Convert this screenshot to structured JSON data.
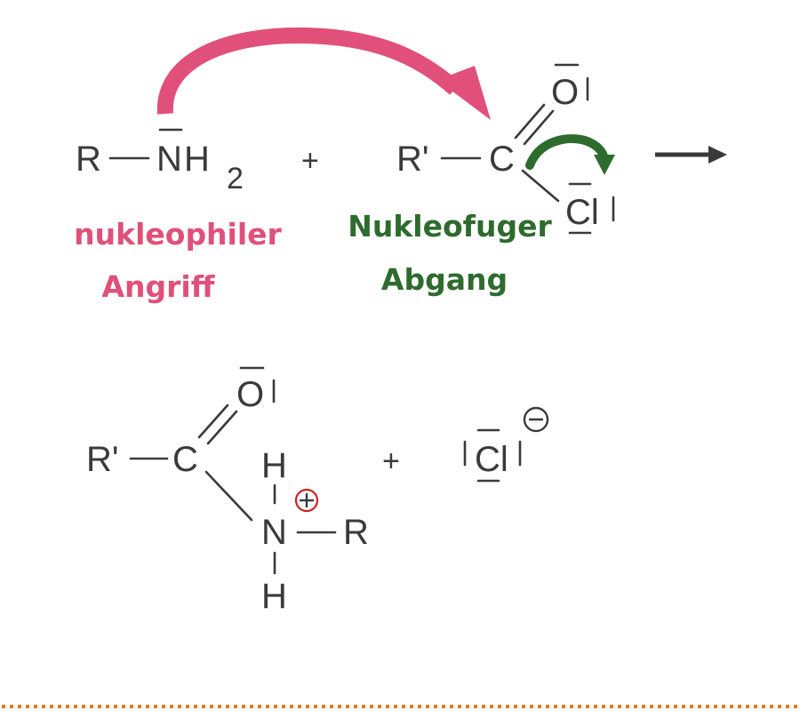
{
  "reaction": {
    "reactant1": {
      "r": "R",
      "n": "N",
      "h": "H",
      "sub": "2"
    },
    "plus1": "+",
    "reactant2": {
      "r": "R'",
      "c": "C",
      "o": "O",
      "cl": "Cl"
    },
    "product": {
      "r": "R'",
      "c": "C",
      "o": "O",
      "n": "N",
      "h_top": "H",
      "h_bottom": "H",
      "r2": "R"
    },
    "plus2": "+",
    "chloride": {
      "cl": "Cl"
    }
  },
  "labels": {
    "nucleophile_line1": "nukleophiler",
    "nucleophile_line2": "Angriff",
    "nucleofuge_line1": "Nukleofuger",
    "nucleofuge_line2": "Abgang"
  },
  "colors": {
    "nucleophile": "#e0507a",
    "nucleofuge": "#2e6b2e",
    "text": "#3a3a3a",
    "charge_circle": "#cc2222",
    "divider": "#e07a20"
  }
}
